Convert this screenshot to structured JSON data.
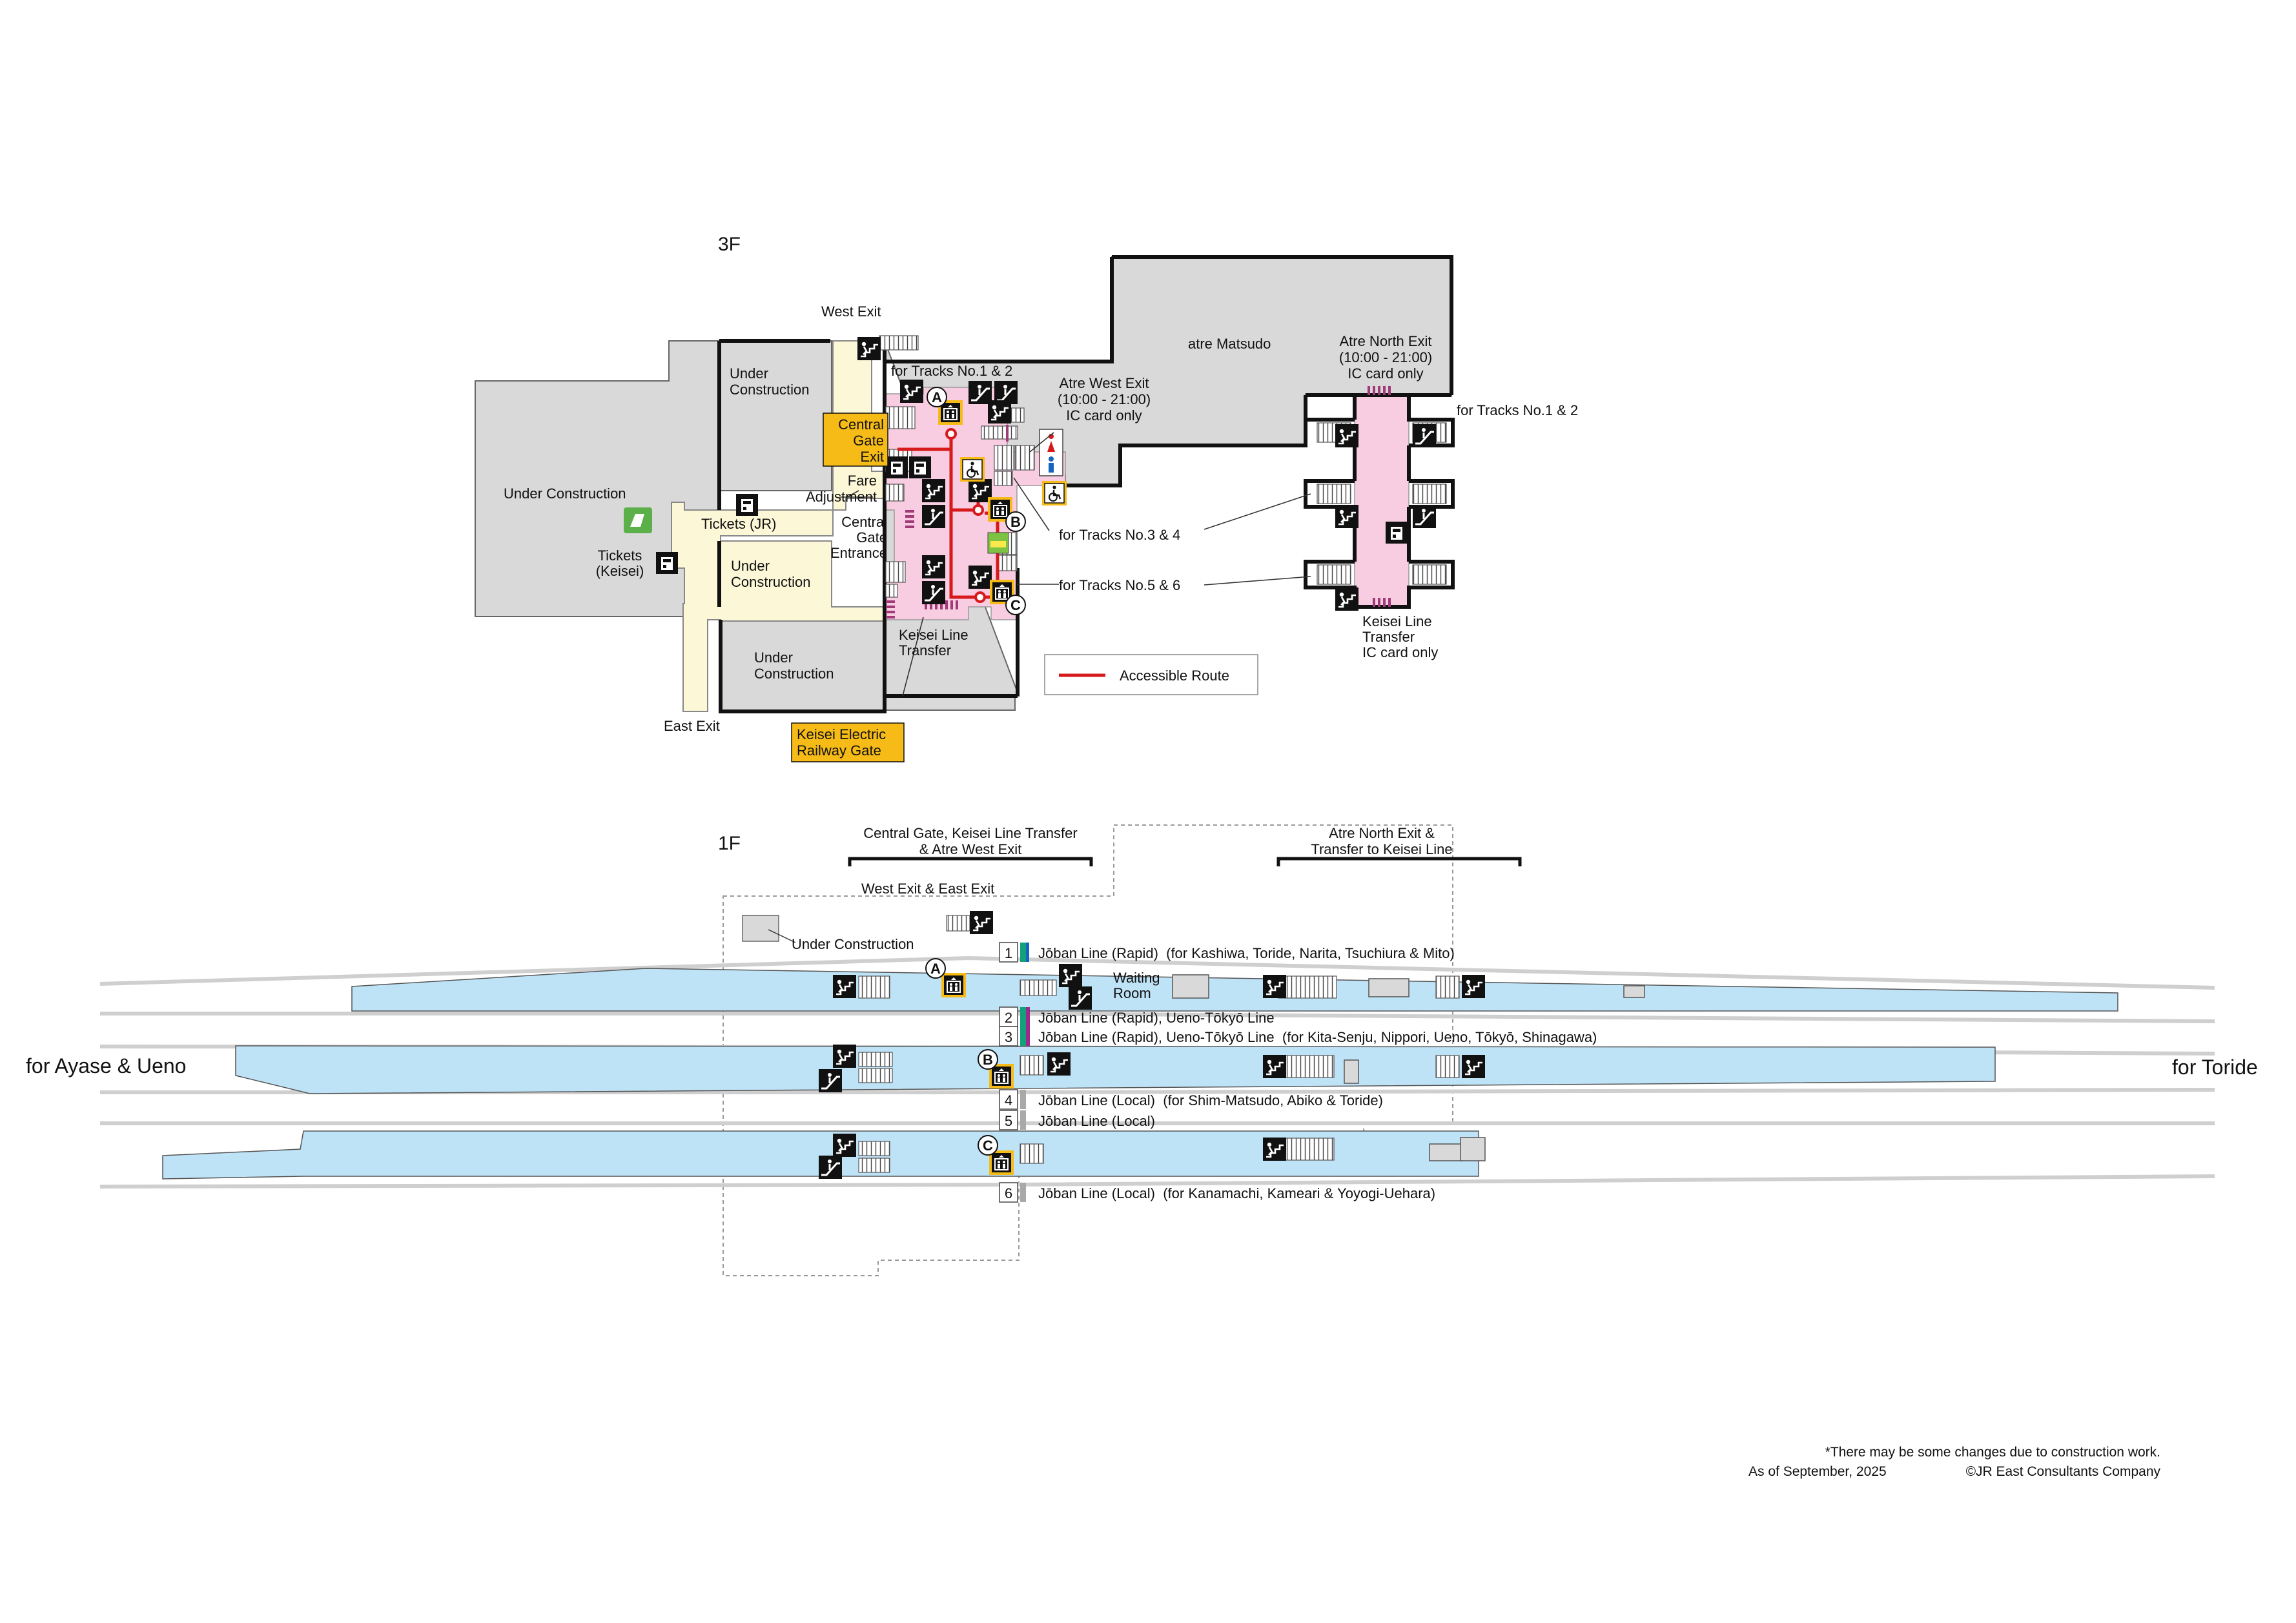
{
  "floors": {
    "f3": "3F",
    "f1": "1F"
  },
  "f3_labels": {
    "west_exit": "West Exit",
    "east_exit": "East Exit",
    "under_construction": "Under Construction",
    "under_construction_nw": "Under|Construction",
    "under_construction_mid": "Under|Construction",
    "under_construction_s": "Under|Construction",
    "tickets_jr": "Tickets (JR)",
    "tickets_keisei": "Tickets|(Keisei)",
    "fare_adjustment": "Fare|Adjustment",
    "central_gate_entrance": "Central|Gate|Entrance",
    "keisei_line_transfer": "Keisei Line|Transfer",
    "for_tracks_12_a": "for Tracks No.1 & 2",
    "for_tracks_12_b": "for Tracks No.1 & 2",
    "for_tracks_34": "for Tracks No.3 & 4",
    "for_tracks_56": "for Tracks No.5 & 6",
    "atre_matsudo": "atre Matsudo",
    "atre_west_exit": "Atre West Exit|(10:00 - 21:00)|IC card only",
    "atre_north_exit": "Atre North Exit|(10:00 - 21:00)|IC card only",
    "keisei_transfer_ic": "Keisei Line|Transfer|IC card only"
  },
  "gate_boxes": {
    "central_gate_exit": "Central|Gate|Exit",
    "keisei_gate": "Keisei Electric|Railway Gate"
  },
  "legend": {
    "accessible_route": "Accessible Route"
  },
  "elevator_markers": [
    "A",
    "B",
    "C"
  ],
  "f1_labels": {
    "central_gate_transfer": "Central Gate, Keisei Line Transfer|& Atre West Exit",
    "atre_north_transfer": "Atre North Exit &|Transfer to Keisei Line",
    "west_east_exit": "West Exit & East Exit",
    "under_construction": "Under Construction",
    "waiting_room": "Waiting|Room",
    "for_ayase_ueno": "for Ayase & Ueno",
    "for_toride": "for Toride"
  },
  "tracks": [
    {
      "number": "1",
      "line": "Jōban Line (Rapid)  (for Kashiwa, Toride, Narita, Tsuchiura & Mito)"
    },
    {
      "number": "2",
      "line": "Jōban Line (Rapid), Ueno-Tōkyō Line"
    },
    {
      "number": "3",
      "line": "Jōban Line (Rapid), Ueno-Tōkyō Line  (for Kita-Senju, Nippori, Ueno, Tōkyō, Shinagawa)"
    },
    {
      "number": "4",
      "line": "Jōban Line (Local)  (for Shim-Matsudo, Abiko & Toride)"
    },
    {
      "number": "5",
      "line": "Jōban Line (Local)"
    },
    {
      "number": "6",
      "line": "Jōban Line (Local)  (for Kanamachi, Kameari & Yoyogi-Uehara)"
    }
  ],
  "footer": {
    "note": "*There may be some changes due to construction work.",
    "date": "As of September, 2025",
    "copyright": "©JR East Consultants Company"
  },
  "colors": {
    "concourse_gray": "#d9d9d9",
    "ticket_pink": "#f8cde1",
    "passage_cream": "#fbf7d7",
    "platform_blue": "#bfe3f6",
    "gate_yellow": "#f6bb16",
    "route_red": "#d7191c",
    "rail_gray": "#cfcfcf",
    "line_rapid_green": "#12a17a",
    "line_ueno_tokyo_purple": "#9b2a8c",
    "line_local_gray": "#a9a9a9"
  },
  "icons": [
    "stairs-icon",
    "escalator-icon",
    "elevator-icon",
    "toilet-icon",
    "wheelchair-icon",
    "ticket-machine-icon",
    "locker-icon",
    "ticket-office-icon"
  ]
}
